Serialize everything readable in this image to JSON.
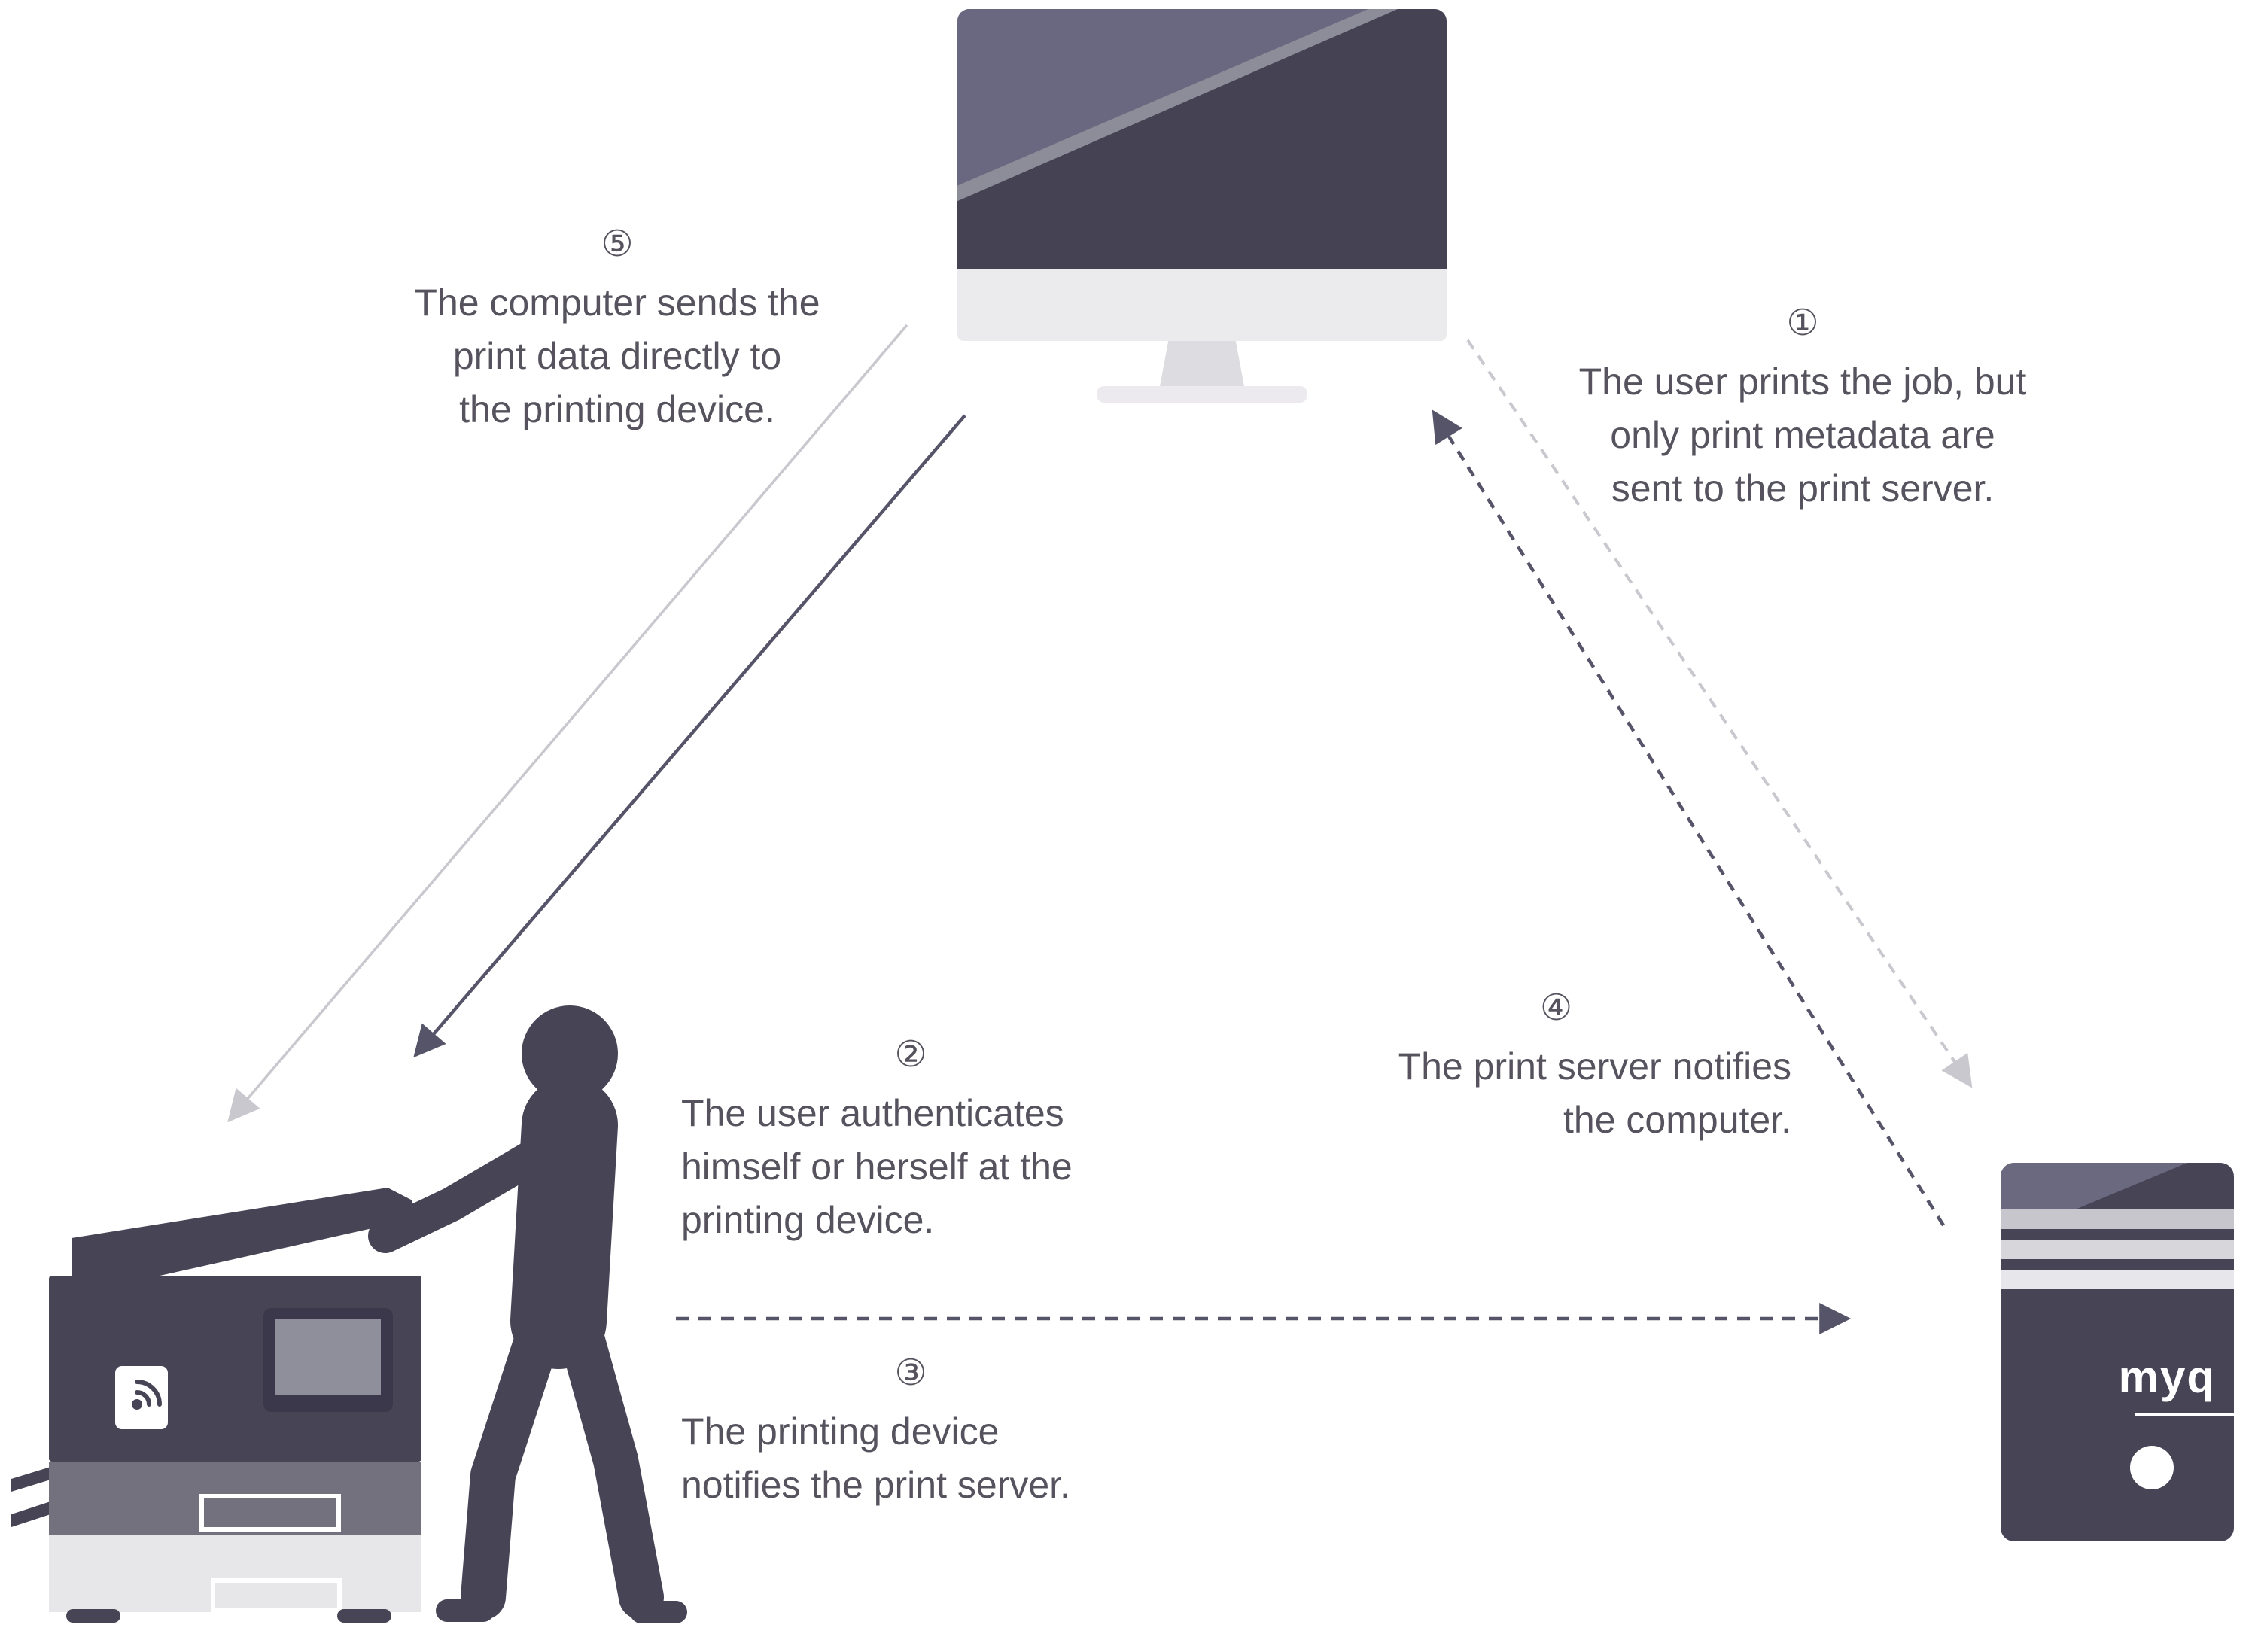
{
  "steps": {
    "step1": {
      "badge": "①",
      "text": "The user prints the job, but\nonly print metadata are\nsent to the print server."
    },
    "step2": {
      "badge": "②",
      "text": "The user authenticates\nhimself or herself at the\nprinting device."
    },
    "step3": {
      "badge": "③",
      "text": "The printing device\nnotifies the print server."
    },
    "step4": {
      "badge": "④",
      "text": "The print server notifies\nthe computer."
    },
    "step5": {
      "badge": "⑤",
      "text": "The computer sends the\nprint data directly to\nthe printing device."
    }
  },
  "server": {
    "brand": "myq"
  },
  "icons": {
    "computer": "desktop-monitor",
    "printer": "multifunction-printer",
    "user": "person-silhouette",
    "server": "myq-server-tower"
  },
  "arrows": [
    {
      "name": "metadata-to-server",
      "step": 1,
      "from": "computer",
      "to": "print server",
      "style": "light-dashed"
    },
    {
      "name": "device-notifies-server",
      "step": 3,
      "from": "printing device",
      "to": "print server",
      "style": "dark-dashed"
    },
    {
      "name": "server-notifies-computer",
      "step": 4,
      "from": "print server",
      "to": "computer",
      "style": "dark-dashed"
    },
    {
      "name": "print-data-to-device",
      "step": 5,
      "from": "computer",
      "to": "printing device",
      "style": "dark-solid"
    },
    {
      "name": "print-data-to-device-secondary",
      "step": 5,
      "from": "computer",
      "to": "printing device",
      "style": "light-solid"
    }
  ],
  "colors": {
    "dark": "#474455",
    "mid": "#73717e",
    "light": "#e7e6e9",
    "arrow_dark": "#565468",
    "arrow_light": "#c9c8ce",
    "text": "#56535e",
    "background": "#ffffff"
  }
}
